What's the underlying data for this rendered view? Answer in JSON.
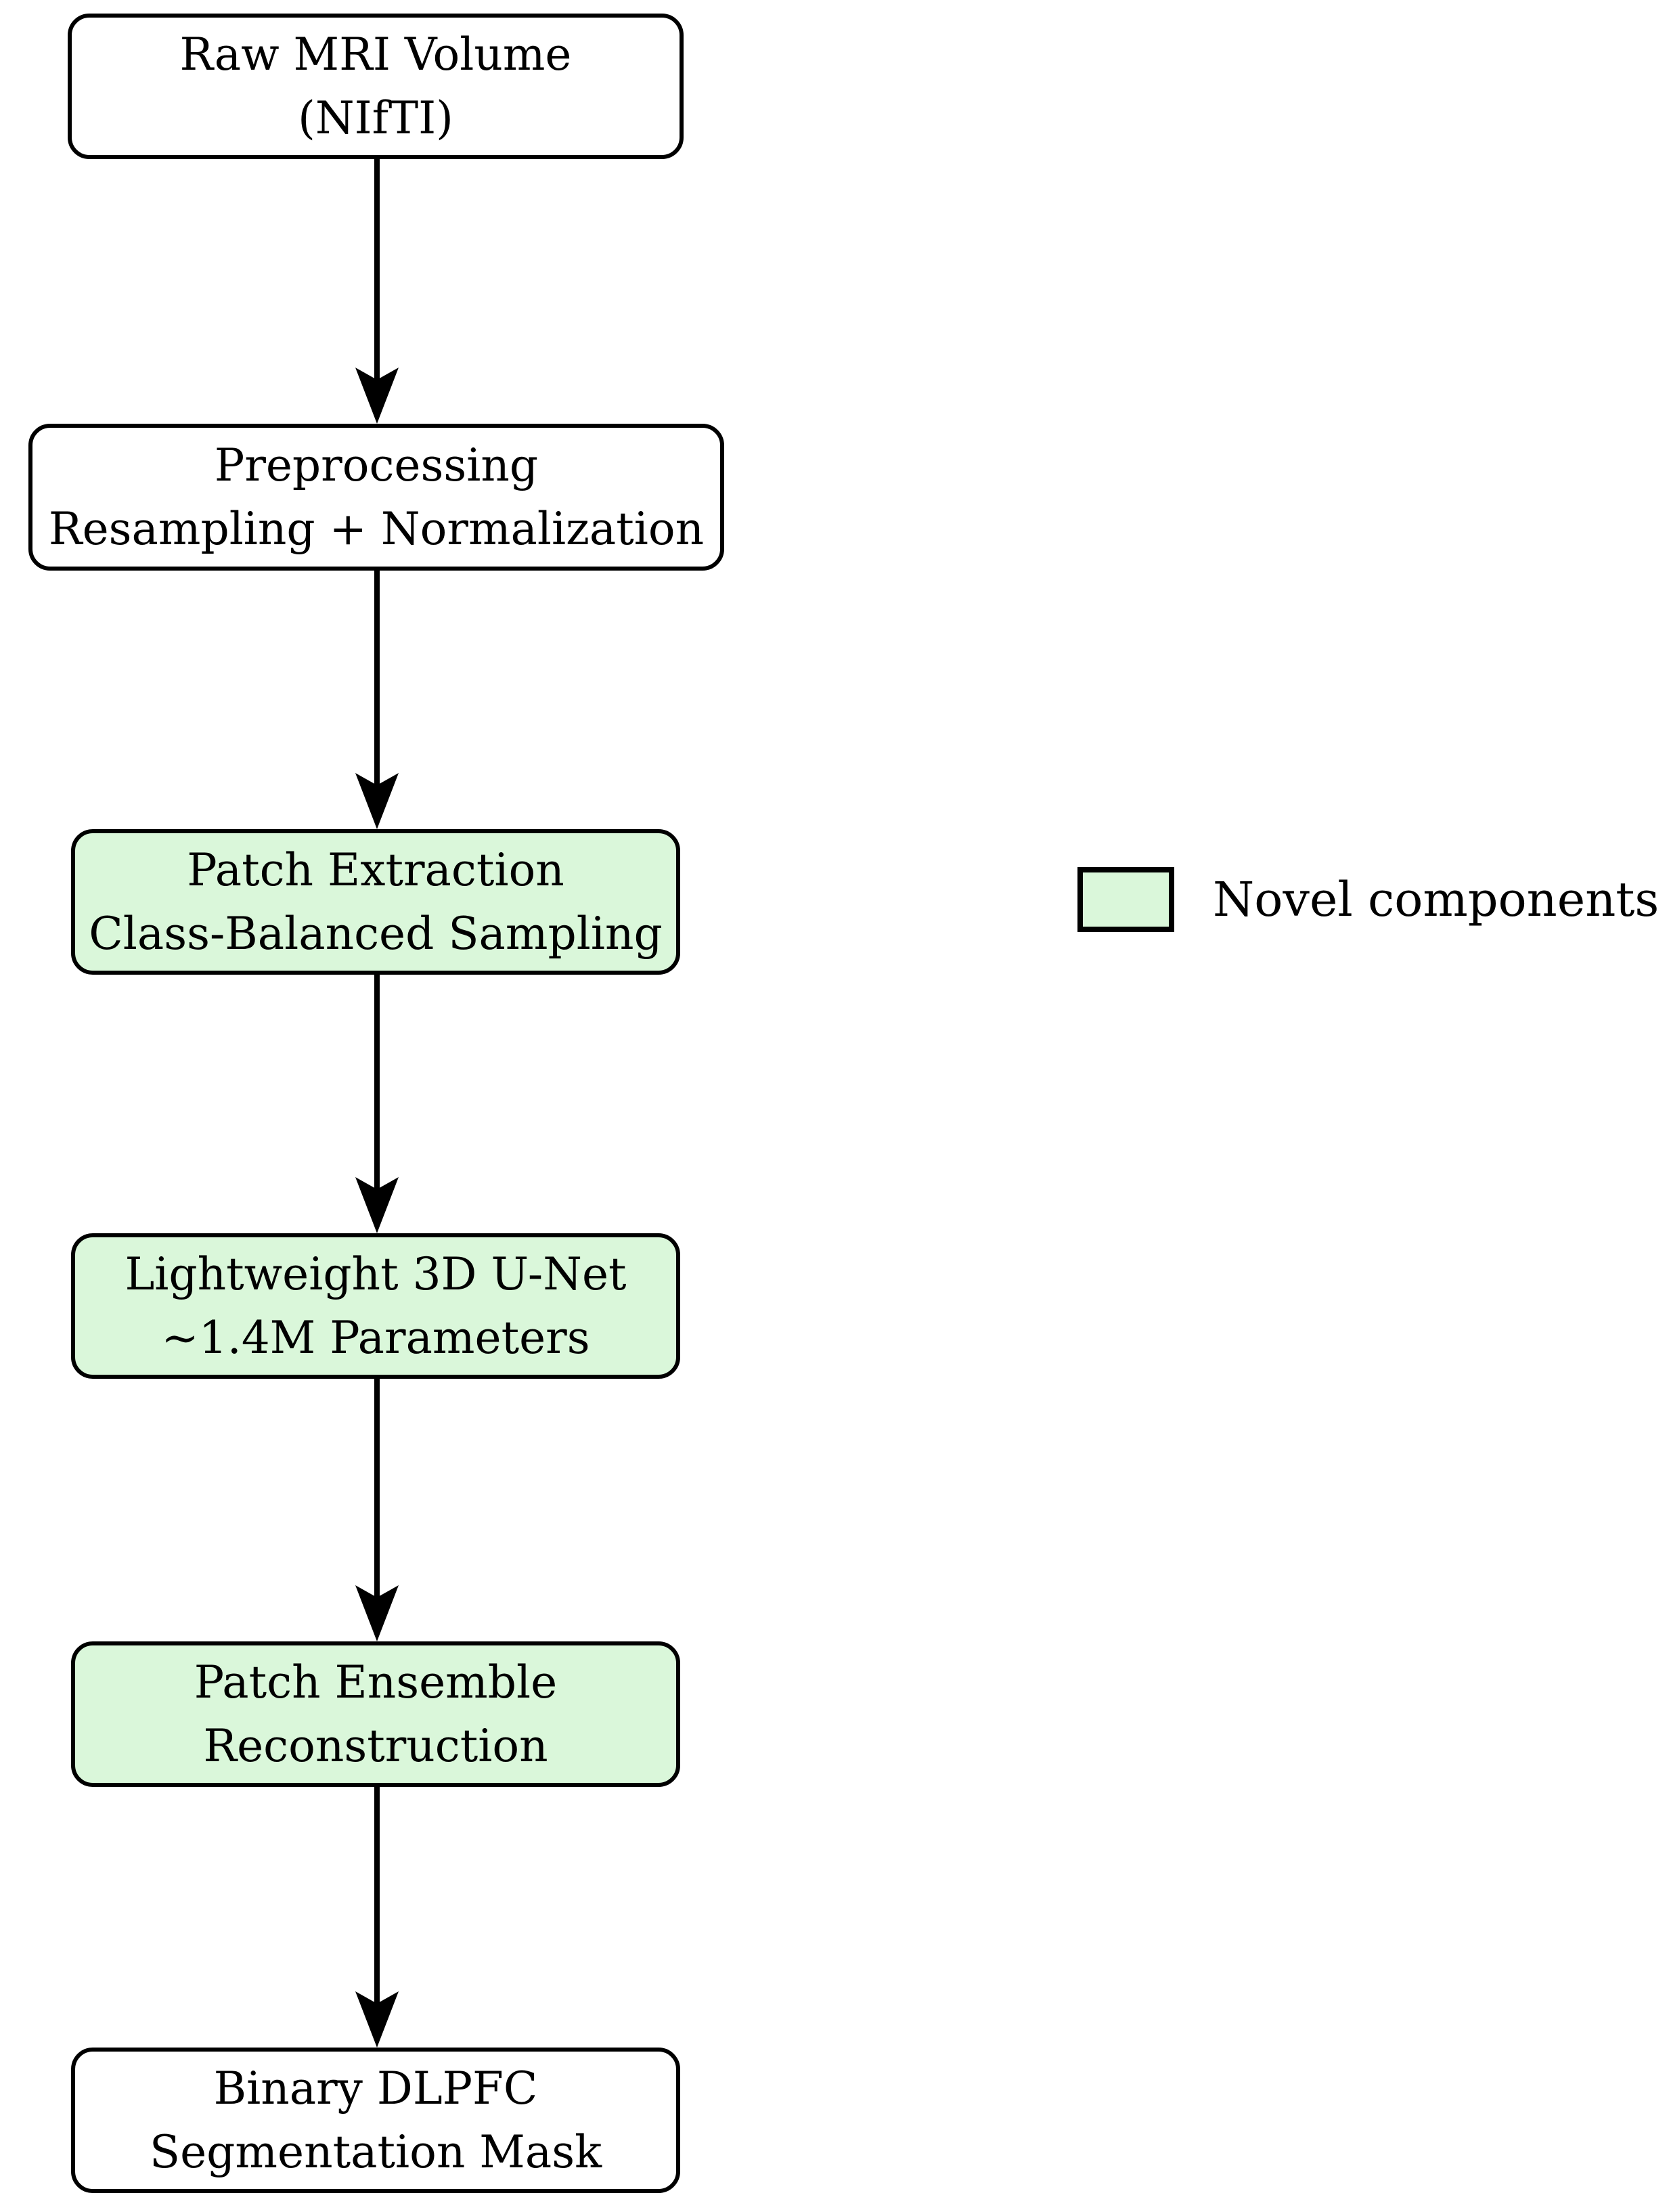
{
  "colors": {
    "novel_fill": "#daf7da",
    "standard_fill": "#ffffff",
    "border": "#000000"
  },
  "flowchart": {
    "nodes": [
      {
        "id": "raw-mri-volume",
        "lines": [
          "Raw MRI Volume",
          "(NIfTI)"
        ],
        "fill": "#ffffff",
        "novel": false
      },
      {
        "id": "preprocessing",
        "lines": [
          "Preprocessing",
          "Resampling + Normalization"
        ],
        "fill": "#ffffff",
        "novel": false
      },
      {
        "id": "patch-extraction",
        "lines": [
          "Patch Extraction",
          "Class-Balanced Sampling"
        ],
        "fill": "#daf7da",
        "novel": true
      },
      {
        "id": "lightweight-unet",
        "lines": [
          "Lightweight 3D U-Net",
          "∼1.4M Parameters"
        ],
        "fill": "#daf7da",
        "novel": true
      },
      {
        "id": "patch-ensemble",
        "lines": [
          "Patch Ensemble",
          "Reconstruction"
        ],
        "fill": "#daf7da",
        "novel": true
      },
      {
        "id": "segmentation-mask",
        "lines": [
          "Binary DLPFC",
          "Segmentation Mask"
        ],
        "fill": "#ffffff",
        "novel": false
      }
    ]
  },
  "legend": {
    "label": "Novel components",
    "swatch_color": "#daf7da"
  }
}
